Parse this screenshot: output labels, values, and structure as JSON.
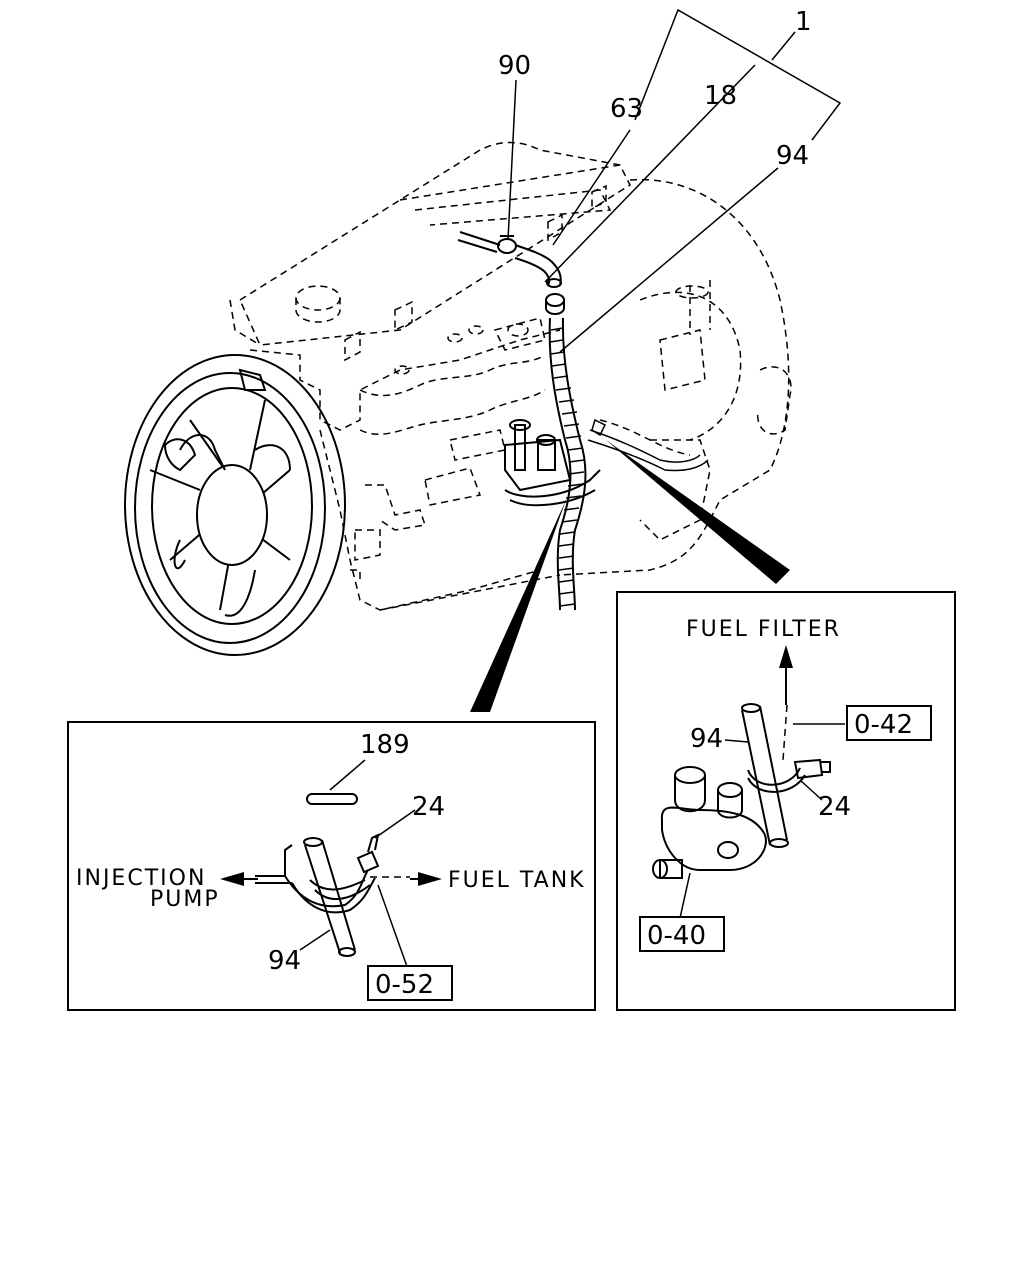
{
  "callouts": {
    "assembly": "1",
    "clip_top": "90",
    "hose_63": "63",
    "part_18": "18",
    "hose_94_main": "94",
    "clip_189": "189",
    "clamp_24_left": "24",
    "hose_94_left": "94",
    "hose_94_right": "94",
    "clamp_24_right": "24"
  },
  "flow_labels": {
    "injection_pump_line1": "INJECTION",
    "injection_pump_line2": "PUMP",
    "fuel_tank": "FUEL TANK",
    "fuel_filter": "FUEL FILTER"
  },
  "reference_boxes": {
    "left_detail": "0-52",
    "right_top": "0-42",
    "right_bottom": "0-40"
  }
}
